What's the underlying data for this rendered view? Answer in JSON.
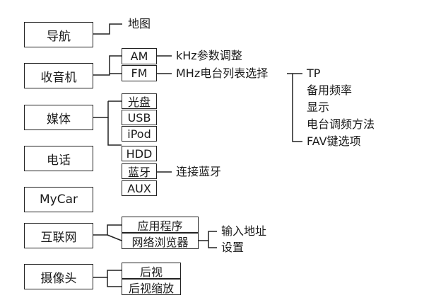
{
  "main_menu": {
    "navigation": "导航",
    "radio": "收音机",
    "media": "媒体",
    "phone": "电话",
    "mycar": "MyCar",
    "internet": "互联网",
    "camera": "摄像头"
  },
  "navigation": {
    "map": "地图"
  },
  "radio": {
    "am": "AM",
    "am_desc": "kHz参数调整",
    "fm": "FM",
    "fm_desc": "MHz电台列表选择",
    "fm_options": [
      "TP",
      "备用频率",
      "显示",
      "电台调频方法",
      "FAV键选项"
    ]
  },
  "media": {
    "items": [
      "光盘",
      "USB",
      "iPod",
      "HDD",
      "蓝牙",
      "AUX"
    ],
    "bluetooth_desc": "连接蓝牙"
  },
  "internet": {
    "apps": "应用程序",
    "browser": "网络浏览器",
    "browser_options": [
      "输入地址",
      "设置"
    ]
  },
  "camera": {
    "rear_view": "后视",
    "rear_view_zoom": "后视缩放"
  }
}
